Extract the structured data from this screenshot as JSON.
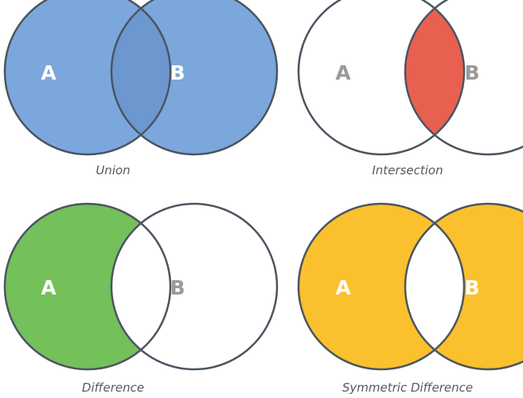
{
  "colors": {
    "stroke": "#4A5560",
    "union_fill": "#7BA7DC",
    "union_overlap": "#6C97CF",
    "intersection_fill": "#E8604F",
    "difference_fill": "#74C05B",
    "symmetric_fill": "#FBC02D",
    "label_on_fill": "#FFFFFF",
    "label_on_white": "#9A9A9A"
  },
  "diagrams": [
    {
      "caption": "Union",
      "set_a": "A",
      "set_b": "B",
      "shaded": "A ∪ B"
    },
    {
      "caption": "Intersection",
      "set_a": "A",
      "set_b": "B",
      "shaded": "A ∩ B"
    },
    {
      "caption": "Difference",
      "set_a": "A",
      "set_b": "B",
      "shaded": "A − B"
    },
    {
      "caption": "Symmetric Difference",
      "set_a": "A",
      "set_b": "B",
      "shaded": "A △ B"
    }
  ]
}
